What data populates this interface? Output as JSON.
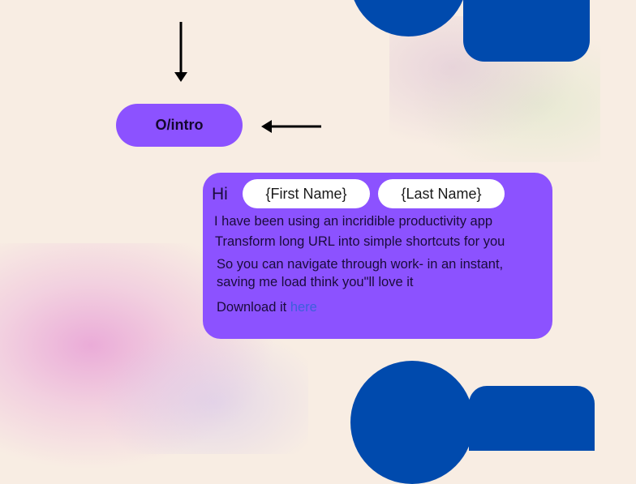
{
  "colors": {
    "background": "#f8ede3",
    "accent_purple": "#8c52ff",
    "shape_blue": "#004aad",
    "link_blue": "#3d5fdc",
    "text_dark": "#1a0b3b"
  },
  "diagram": {
    "node_label": "O/intro",
    "arrows": [
      "arrow-down-icon",
      "arrow-left-icon"
    ]
  },
  "message": {
    "greeting": "Hi",
    "first_name_placeholder": "{First Name}",
    "last_name_placeholder": "{Last Name}",
    "line1": "I have been using an incridible productivity app",
    "line2": "Transform long URL into simple shortcuts for you",
    "line3": "So you can navigate through work- in an instant, saving me load think you\"ll love it",
    "download_prefix": "Download it",
    "download_link": "here"
  }
}
